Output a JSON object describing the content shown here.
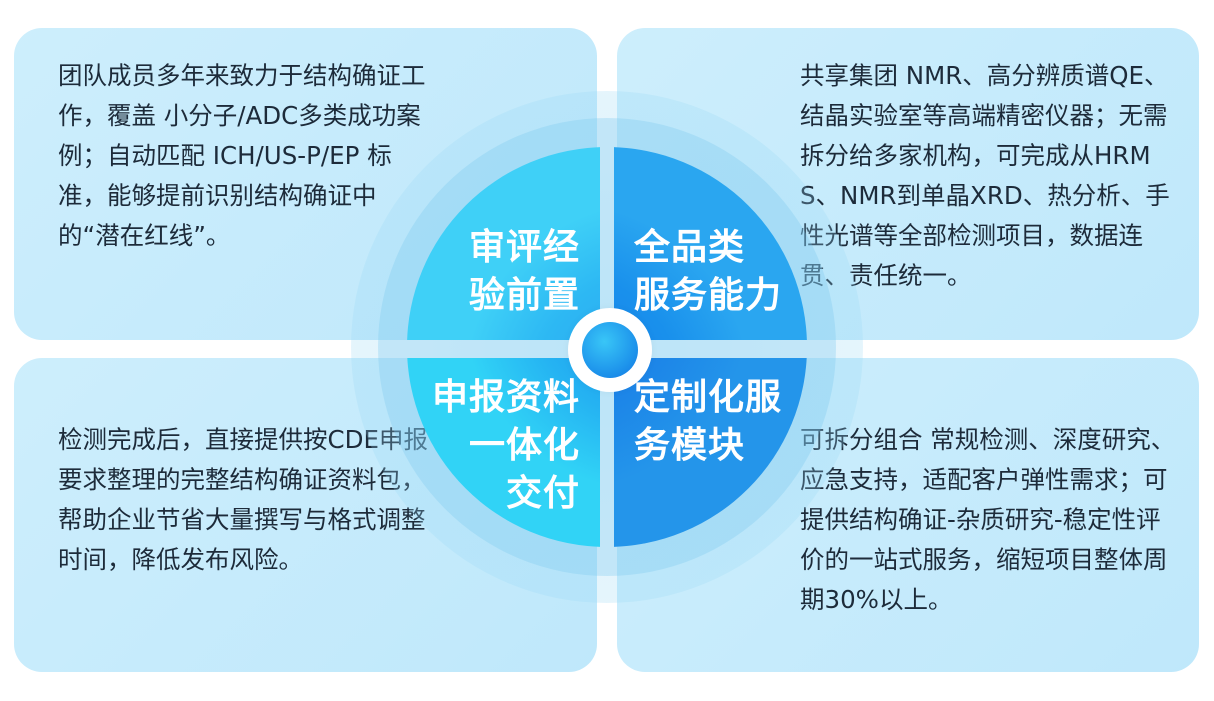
{
  "quadrants": {
    "top_left": {
      "label": "审评经\n验前置",
      "text": "团队成员多年来致力于结构确证工作，覆盖 小分子/ADC多类成功案例；自动匹配 ICH/US-P/EP 标准，能够提前识别结构确证中的“潜在红线”。"
    },
    "top_right": {
      "label": "全品类\n服务能力",
      "text": "共享集团 NMR、高分辨质谱QE、结晶实验室等高端精密仪器；无需拆分给多家机构，可完成从HRMS、NMR到单晶XRD、热分析、手性光谱等全部检测项目，数据连贯、责任统一。"
    },
    "bottom_left": {
      "label": "申报资料\n一体化\n交付",
      "text": "检测完成后，直接提供按CDE申报要求整理的完整结构确证资料包，帮助企业节省大量撰写与格式调整时间，降低发布风险。"
    },
    "bottom_right": {
      "label": "定制化服\n务模块",
      "text": "可拆分组合 常规检测、深度研究、应急支持，适配客户弹性需求；可提供结构确证-杂质研究-稳定性评价的一站式服务，缩短项目整体周期30%以上。"
    }
  },
  "colors": {
    "panel_bg": "#c8ecfb",
    "text": "#1d2b3a",
    "quad_tl": "#2db8f3",
    "quad_tr": "#1990ec",
    "quad_bl": "#25b3f2",
    "quad_br": "#1d87e8"
  }
}
